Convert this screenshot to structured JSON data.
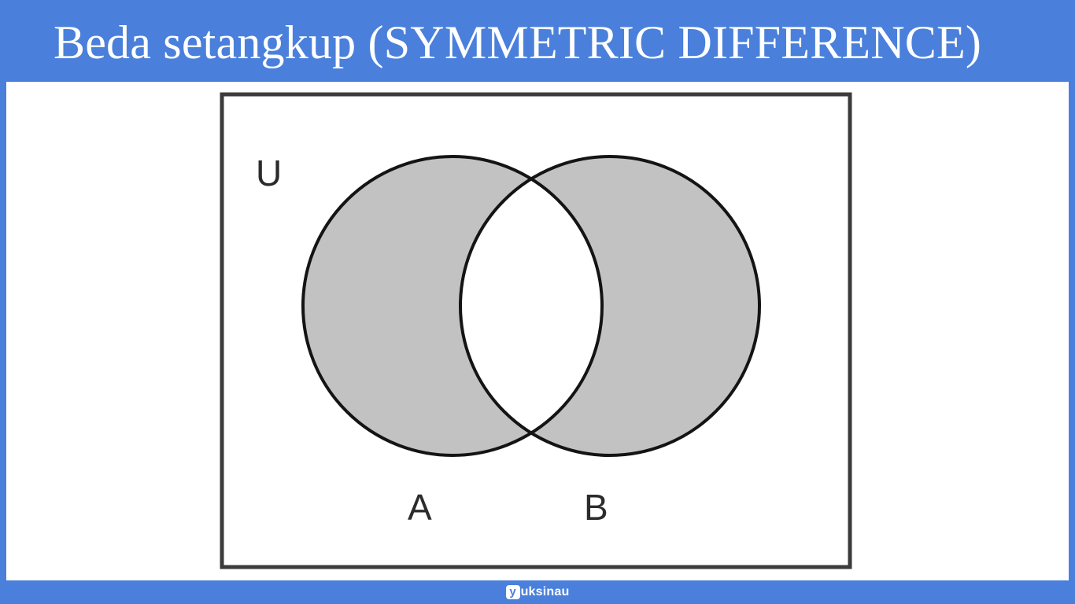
{
  "slide": {
    "title": "Beda setangkup (SYMMETRIC DIFFERENCE)",
    "background_color": "#4a80db",
    "sheet_color": "#ffffff"
  },
  "diagram": {
    "kind": "venn-diagram",
    "universe_label": "U",
    "set_a_label": "A",
    "set_b_label": "B",
    "shaded_region": "symmetric difference",
    "fill_color": "#c2c2c2",
    "stroke_color": "#1a1a1a",
    "unshaded_color": "#ffffff",
    "border_color": "#3b3b3b"
  },
  "footer": {
    "logo_letter": "y",
    "brand_text": "uksinau",
    "band_color": "#4a80db",
    "text_color": "#ffffff"
  }
}
